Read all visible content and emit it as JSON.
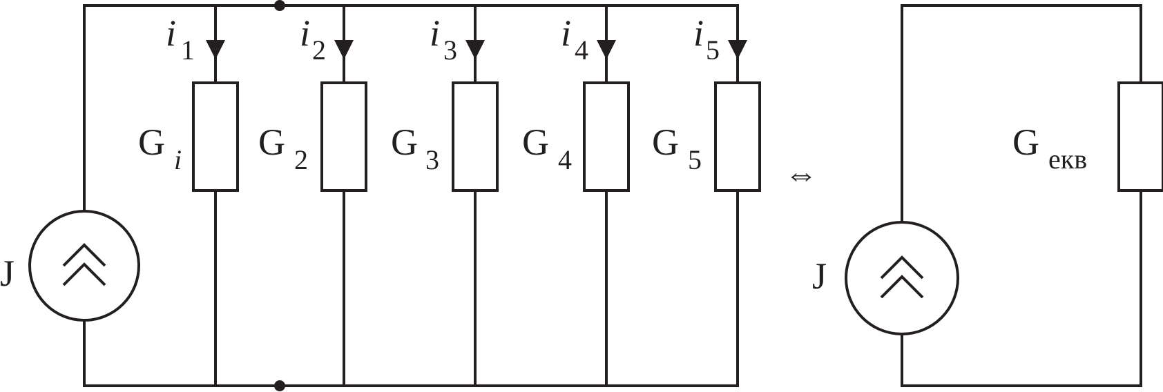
{
  "left_circuit": {
    "source_label": "J",
    "branches": [
      {
        "current": "i",
        "current_sub": "1",
        "conductance": "G",
        "conductance_sub": "i"
      },
      {
        "current": "i",
        "current_sub": "2",
        "conductance": "G",
        "conductance_sub": "2"
      },
      {
        "current": "i",
        "current_sub": "3",
        "conductance": "G",
        "conductance_sub": "3"
      },
      {
        "current": "i",
        "current_sub": "4",
        "conductance": "G",
        "conductance_sub": "4"
      },
      {
        "current": "i",
        "current_sub": "5",
        "conductance": "G",
        "conductance_sub": "5"
      }
    ]
  },
  "equivalence_symbol": "⇔",
  "right_circuit": {
    "source_label": "J",
    "conductance": "G",
    "conductance_sub": "екв"
  }
}
